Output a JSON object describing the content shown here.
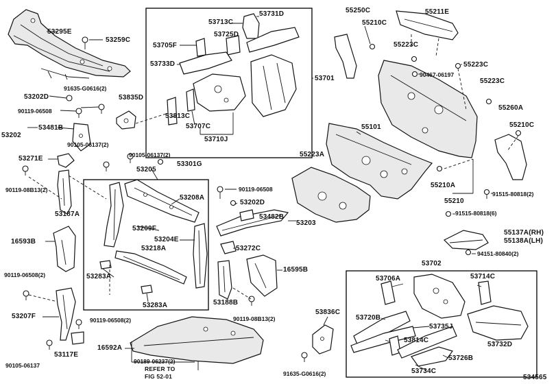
{
  "figure_number": "534565",
  "reference_note": {
    "line1": "REFER TO",
    "line2": "FIG 52-01"
  },
  "labels": {
    "p53295E": "53295E",
    "p53259C": "53259C",
    "p91635_G0616_2_top": "91635-G0616(2)",
    "p53835D": "53835D",
    "p53202D_left": "53202D",
    "p90119_06508_left": "90119-06508",
    "p53202": "53202",
    "p53481B": "53481B",
    "p90105_06137_2_a": "90105-06137(2)",
    "p90105_06137_2_b": "90105-06137(2)",
    "p53271E": "53271E",
    "p90119_08B13_2_left": "90119-08B13(2)",
    "p53187A": "53187A",
    "p16593B": "16593B",
    "p90119_06508_2_left": "90119-06508(2)",
    "p53207F": "53207F",
    "p53117E": "53117E",
    "p90105_06137_bottom": "90105-06137",
    "p53205": "53205",
    "p53301G": "53301G",
    "p53208A": "53208A",
    "p53209F": "53209F",
    "p53204E": "53204E",
    "p53218A": "53218A",
    "p53283A_a": "53283A",
    "p53283A_b": "53283A",
    "p90119_06508_2_center": "90119-06508(2)",
    "p53188B": "53188B",
    "p90119_08B13_2_center": "90119-08B13(2)",
    "p16592A": "16592A",
    "p90189_06237_2": "90189-06237(2)",
    "p90119_06508_right": "90119-06508",
    "p53202D_right": "53202D",
    "p53482B": "53482B",
    "p53203": "53203",
    "p53272C": "53272C",
    "p16595B": "16595B",
    "p53713C": "53713C",
    "p53731D": "53731D",
    "p53725D": "53725D",
    "p53705F": "53705F",
    "p53733D": "53733D",
    "p53813C": "53813C",
    "p53707C": "53707C",
    "p53710J": "53710J",
    "p53701": "53701",
    "p55250C": "55250C",
    "p55210C_top": "55210C",
    "p55211E": "55211E",
    "p55223C_a": "55223C",
    "p55223C_b": "55223C",
    "p90467_06197": "90467-06197",
    "p55223C_c": "55223C",
    "p55260A": "55260A",
    "p55210C_right": "55210C",
    "p55101": "55101",
    "p55223A": "55223A",
    "p55210A": "55210A",
    "p55210": "55210",
    "p91515_80818_2": "91515-80818(2)",
    "p91515_80818_6": "91515-80818(6)",
    "p55137A_RH": "55137A(RH)",
    "p55138A_LH": "55138A(LH)",
    "p94151_80840_2": "94151-80840(2)",
    "p53702": "53702",
    "p53706A": "53706A",
    "p53714C": "53714C",
    "p53836C": "53836C",
    "p53720B": "53720B",
    "p53735J": "53735J",
    "p53814C": "53814C",
    "p53732D": "53732D",
    "p53726B": "53726B",
    "p53734C": "53734C",
    "p91635_G0616_2_bottom": "91635-G0616(2)"
  }
}
